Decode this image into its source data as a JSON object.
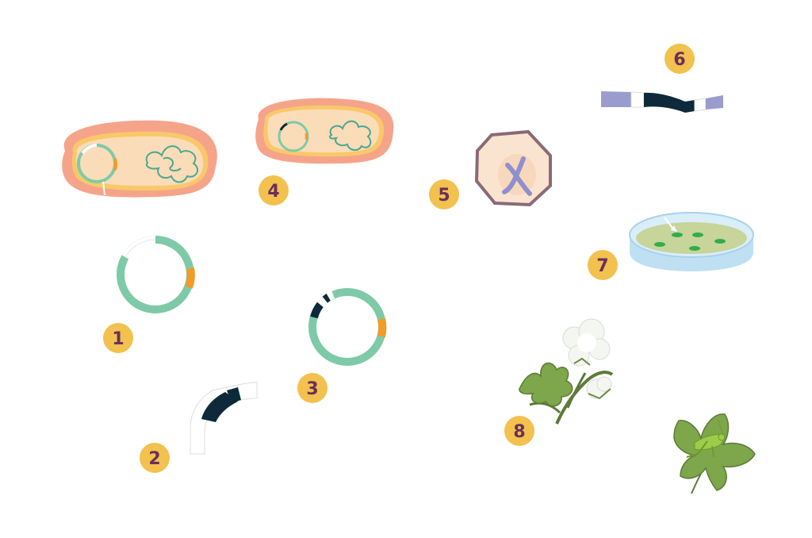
{
  "steps": [
    {
      "number": "1"
    },
    {
      "number": "2"
    },
    {
      "number": "3"
    },
    {
      "number": "4"
    },
    {
      "number": "5"
    },
    {
      "number": "6"
    },
    {
      "number": "7"
    },
    {
      "number": "8"
    }
  ],
  "colors": {
    "badge": "#f2c14e",
    "badge_text": "#6b2f5a",
    "plasmid_ring": "#7ecaa8",
    "marker_orange": "#f29b26",
    "gene_dark": "#0e2a3a",
    "cell_outer": "#f5a48a",
    "cell_membrane": "#f9c86a",
    "cell_inner": "#fbdcb8",
    "chromosome_dna": "#4aa890",
    "plant_cell_wall": "#8a6a78",
    "plant_cell_inner": "#fbe4cf",
    "chromosome": "#8f8fd0",
    "dna_strip": "#9a9ccd",
    "petri_dish": "#bfe0f3",
    "petri_agar": "#c7d49a",
    "colony": "#2fae4a",
    "leaf": "#7ea64a",
    "cotton": "#f4f6f2",
    "grasshopper": "#9ccc4a"
  },
  "icons": [
    "bacterial-cell-icon",
    "plasmid-icon",
    "gene-fragment-icon",
    "recombinant-plasmid-icon",
    "plant-cell-icon",
    "dna-strip-icon",
    "petri-dish-icon",
    "cotton-plant-icon",
    "leaf-with-grasshopper-icon"
  ]
}
